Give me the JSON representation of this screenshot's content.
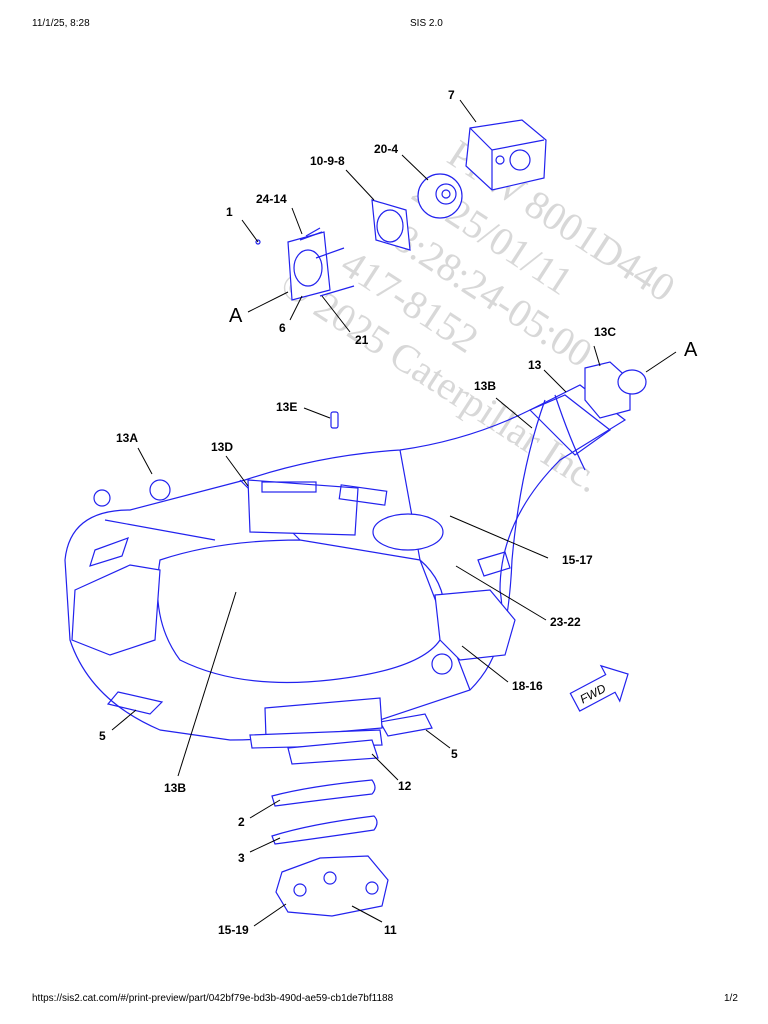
{
  "header": {
    "datetime": "11/1/25, 8:28",
    "app_title": "SIS 2.0"
  },
  "footer": {
    "url": "https://sis2.cat.com/#/print-preview/part/042bf79e-bd3b-490d-ae59-cb1de7bf1188",
    "page": "1/2"
  },
  "watermark": [
    "PPW 8001D440",
    "2025/01/11",
    "08:28:24-05:00",
    "417-8152",
    "© 2025 Caterpillar Inc."
  ],
  "callouts": {
    "c1": "1",
    "c2": "2",
    "c3": "3",
    "c5a": "5",
    "c5b": "5",
    "c6": "6",
    "c7": "7",
    "c10_9_8": "10-9-8",
    "c11": "11",
    "c12": "12",
    "c13": "13",
    "c13a": "13A",
    "c13b_top": "13B",
    "c13b_bottom": "13B",
    "c13c": "13C",
    "c13d": "13D",
    "c13e": "13E",
    "c15_17": "15-17",
    "c15_19": "15-19",
    "c18_16": "18-16",
    "c20_4": "20-4",
    "c21": "21",
    "c23_22": "23-22",
    "c24_14": "24-14",
    "section_a_left": "A",
    "section_a_right": "A",
    "fwd": "FWD"
  },
  "colors": {
    "part_line": "#2222ee",
    "watermark": "#c8c8c8",
    "leader": "#000000"
  }
}
